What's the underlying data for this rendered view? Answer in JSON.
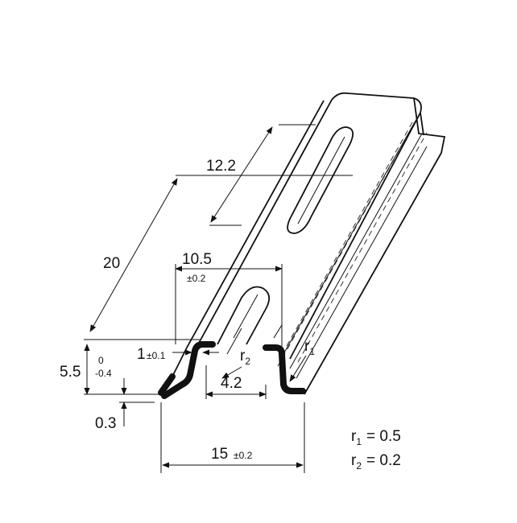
{
  "dimensions": {
    "slot_pitch": "12.2",
    "length": "20",
    "slot_width": "10.5",
    "slot_width_tol": "±0.2",
    "thickness": "1",
    "thickness_tol": "±0.1",
    "height": "5.5",
    "height_tol_upper": "0",
    "height_tol_lower": "-0.4",
    "offset": "0.3",
    "slot_gap": "4.2",
    "width": "15",
    "width_tol": "±0.2",
    "r1_label": "r",
    "r1_sub": "1",
    "r2_label": "r",
    "r2_sub": "2"
  },
  "legend": {
    "r1_name": "r",
    "r1_sub": "1",
    "r1_value": "= 0.5",
    "r2_name": "r",
    "r2_sub": "2",
    "r2_value": "= 0.2"
  }
}
